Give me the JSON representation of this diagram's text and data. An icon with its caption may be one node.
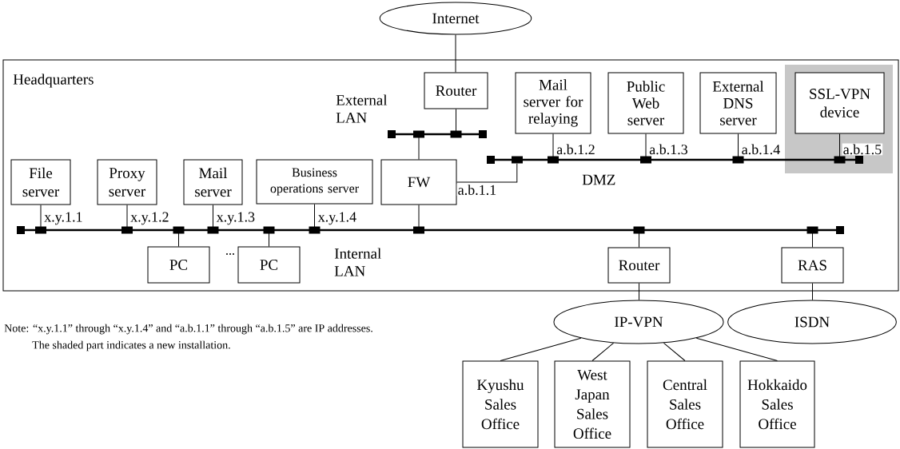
{
  "diagram": {
    "nodes": [
      {
        "text": [
          "Internet"
        ]
      },
      {
        "text": [
          "Headquarters"
        ]
      },
      {
        "text": [
          "Router"
        ],
        "in": 1
      },
      {
        "text": [],
        "shape": "bar",
        "beside": [
          "External LAN"
        ],
        "in": 1
      },
      {
        "text": [
          "Mail server for relaying"
        ],
        "in": 1
      },
      {
        "text": [
          "Public Web server"
        ],
        "in": 1
      },
      {
        "text": [
          "External DNS server"
        ],
        "in": 1
      },
      {
        "text": [
          "SSL-VPN device"
        ],
        "in": 1
      },
      {
        "text": [],
        "shape": "bar",
        "beside": [
          "DMZ"
        ],
        "in": 1
      },
      {
        "text": [
          "File server"
        ],
        "in": 1
      },
      {
        "text": [
          "Proxy server"
        ],
        "in": 1
      },
      {
        "text": [
          "Mail server"
        ],
        "in": 1
      },
      {
        "text": [
          "Business operations server"
        ],
        "in": 1
      },
      {
        "text": [
          "FW"
        ],
        "in": 1
      },
      {
        "text": [],
        "shape": "bar",
        "beside": [
          "Internal LAN"
        ],
        "in": 1
      },
      {
        "text": [
          "PC"
        ],
        "in": 1
      },
      {
        "text": [
          "PC"
        ],
        "in": 1
      },
      {
        "text": [
          "Router"
        ],
        "in": 1
      },
      {
        "text": [
          "RAS"
        ],
        "in": 1
      },
      {
        "text": [
          "IP-VPN"
        ]
      },
      {
        "text": [
          "ISDN"
        ]
      },
      {
        "text": [
          "Kyushu Sales Office"
        ]
      },
      {
        "text": [
          "West Japan Sales Office"
        ]
      },
      {
        "text": [
          "Central Sales Office"
        ]
      },
      {
        "text": [
          "Hokkaido Sales Office"
        ]
      }
    ],
    "edges": [
      {
        "from": 0,
        "to": 2,
        "arrow": "none"
      },
      {
        "from": 2,
        "to": 3,
        "arrow": "other"
      },
      {
        "from": 3,
        "to": 13,
        "arrow": "other"
      },
      {
        "from": 13,
        "to": 8,
        "arrow": "other",
        "label": "a.b.1.1"
      },
      {
        "from": 4,
        "to": 8,
        "arrow": "other",
        "label": "a.b.1.2"
      },
      {
        "from": 5,
        "to": 8,
        "arrow": "other",
        "label": "a.b.1.3"
      },
      {
        "from": 6,
        "to": 8,
        "arrow": "other",
        "label": "a.b.1.4"
      },
      {
        "from": 7,
        "to": 8,
        "arrow": "other",
        "label": "a.b.1.5"
      },
      {
        "from": 9,
        "to": 14,
        "arrow": "other",
        "label": "x.y.1.1"
      },
      {
        "from": 10,
        "to": 14,
        "arrow": "other",
        "label": "x.y.1.2"
      },
      {
        "from": 11,
        "to": 14,
        "arrow": "other",
        "label": "x.y.1.3"
      },
      {
        "from": 12,
        "to": 14,
        "arrow": "other",
        "label": "x.y.1.4"
      },
      {
        "from": 13,
        "to": 14,
        "arrow": "other"
      },
      {
        "from": 14,
        "to": 15,
        "arrow": "other"
      },
      {
        "from": 14,
        "to": 16,
        "arrow": "other"
      },
      {
        "from": 14,
        "to": 17,
        "arrow": "other"
      },
      {
        "from": 14,
        "to": 18,
        "arrow": "other"
      },
      {
        "from": 17,
        "to": 19,
        "arrow": "none"
      },
      {
        "from": 18,
        "to": 20,
        "arrow": "none"
      },
      {
        "from": 19,
        "to": 21,
        "arrow": "none"
      },
      {
        "from": 19,
        "to": 22,
        "arrow": "none"
      },
      {
        "from": 19,
        "to": 23,
        "arrow": "none"
      },
      {
        "from": 19,
        "to": 24,
        "arrow": "none"
      }
    ],
    "labels": [
      "...",
      "Note:  “x.y.1.1” through  “x.y.1.4” and “a.b.1.1” through “a.b.1.5” are IP addresses.",
      "The shaded part indicates a new installation."
    ]
  }
}
